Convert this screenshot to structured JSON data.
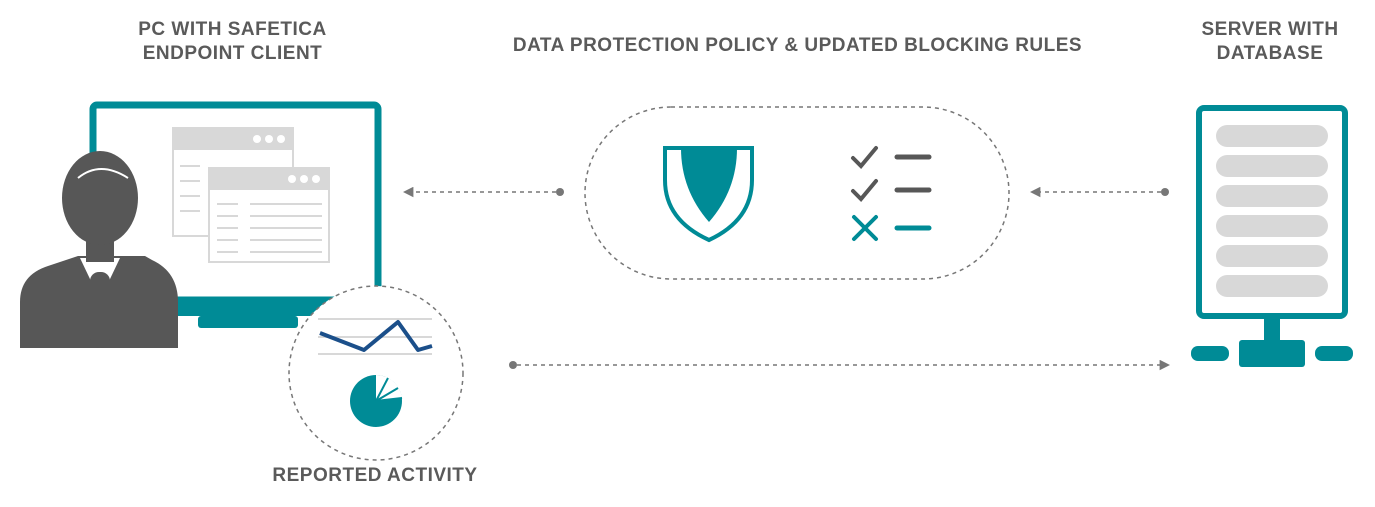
{
  "labels": {
    "pc": "PC WITH SAFETICA ENDPOINT CLIENT",
    "policy": "DATA PROTECTION POLICY & UPDATED BLOCKING RULES",
    "server": "SERVER WITH DATABASE",
    "activity": "REPORTED ACTIVITY"
  },
  "colors": {
    "teal": "#008b96",
    "dark_gray": "#575757",
    "light_gray": "#d8d8d8",
    "navy": "#1b4f8a",
    "text": "#5a5a5a",
    "dotted": "#777777"
  },
  "icons": [
    "user-icon",
    "monitor-icon",
    "window-icon",
    "shield-icon",
    "checklist-icon",
    "line-chart-icon",
    "pie-chart-icon",
    "server-icon"
  ]
}
